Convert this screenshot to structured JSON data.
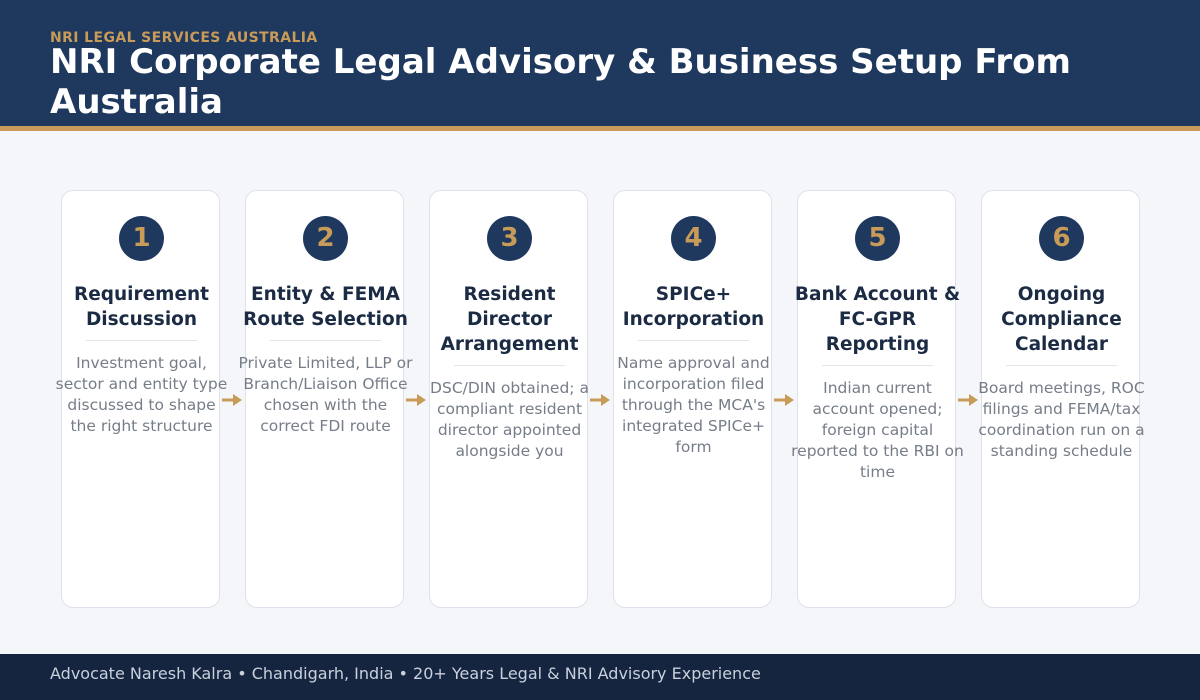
{
  "header": {
    "eyebrow": "NRI LEGAL SERVICES AUSTRALIA",
    "title": "NRI Corporate Legal Advisory & Business Setup From Australia"
  },
  "colors": {
    "navy": "#1e385e",
    "gold": "#c89b58",
    "footer_bg": "#15253f",
    "page_bg": "#f4f6fa"
  },
  "steps": [
    {
      "number": "1",
      "title": "Requirement Discussion",
      "description": "Investment goal, sector and entity type discussed to shape the right structure"
    },
    {
      "number": "2",
      "title": "Entity & FEMA Route Selection",
      "description": "Private Limited, LLP or Branch/Liaison Office chosen with the correct FDI route"
    },
    {
      "number": "3",
      "title": "Resident Director Arrangement",
      "description": "DSC/DIN obtained; a compliant resident director appointed alongside you"
    },
    {
      "number": "4",
      "title": "SPICe+ Incorporation",
      "description": "Name approval and incorporation filed through the MCA's integrated SPICe+ form"
    },
    {
      "number": "5",
      "title": "Bank Account & FC-GPR Reporting",
      "description": "Indian current account opened; foreign capital reported to the RBI on time"
    },
    {
      "number": "6",
      "title": "Ongoing Compliance Calendar",
      "description": "Board meetings, ROC filings and FEMA/tax coordination run on a standing schedule"
    }
  ],
  "connector_icon": "right-arrow-icon",
  "footer": {
    "text": "Advocate Naresh Kalra  •  Chandigarh, India  •  20+ Years Legal & NRI Advisory Experience"
  }
}
